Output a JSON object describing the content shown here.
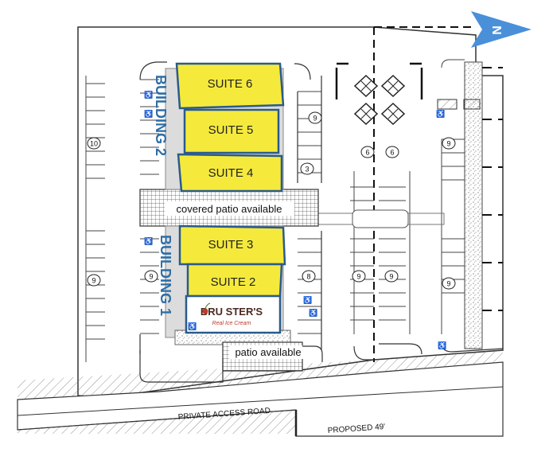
{
  "buildings": [
    {
      "label": "BUILDING 2"
    },
    {
      "label": "BUILDING 1"
    }
  ],
  "suites": [
    {
      "label": "SUITE 6",
      "status": "available"
    },
    {
      "label": "SUITE 5",
      "status": "available"
    },
    {
      "label": "SUITE 4",
      "status": "available"
    },
    {
      "label": "SUITE 3",
      "status": "available"
    },
    {
      "label": "SUITE 2",
      "status": "available"
    }
  ],
  "tenant": {
    "name_line1": "BRU STER'S",
    "name_line2": "Real Ice Cream"
  },
  "patios": {
    "covered": "covered patio available",
    "open": "patio available"
  },
  "parking_counts": [
    "10",
    "9",
    "3",
    "9",
    "8",
    "9",
    "6",
    "6",
    "9",
    "9",
    "9",
    "9"
  ],
  "road": {
    "label": "PRIVATE ACCESS ROAD",
    "proposed": "PROPOSED 49'"
  },
  "compass": {
    "label": "N"
  },
  "colors": {
    "suite_fill": "#f5ea3c",
    "suite_outline": "#2a5b8c",
    "building_label": "#2e6ea6",
    "compass": "#4a90d9",
    "line": "#333333"
  }
}
